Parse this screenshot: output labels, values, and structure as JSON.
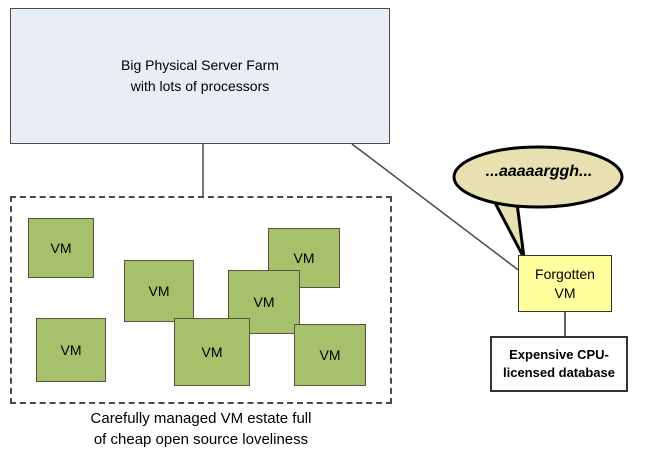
{
  "diagram": {
    "server_farm": {
      "label": "Big Physical Server Farm\nwith lots of processors"
    },
    "vm_label": "VM",
    "vm_count": 7,
    "estate_caption": "Carefully managed VM estate full\nof cheap open source loveliness",
    "speech_bubble": {
      "text": "...aaaaarggh..."
    },
    "forgotten_vm": {
      "label": "Forgotten\nVM"
    },
    "database": {
      "label": "Expensive CPU-\nlicensed database"
    },
    "colors": {
      "server_farm_fill": "#e9eef5",
      "vm_fill": "#a6c06c",
      "forgotten_vm_fill": "#ffff9e",
      "bubble_fill": "#e9e0b1",
      "line_color": "#4a4a4a"
    }
  }
}
